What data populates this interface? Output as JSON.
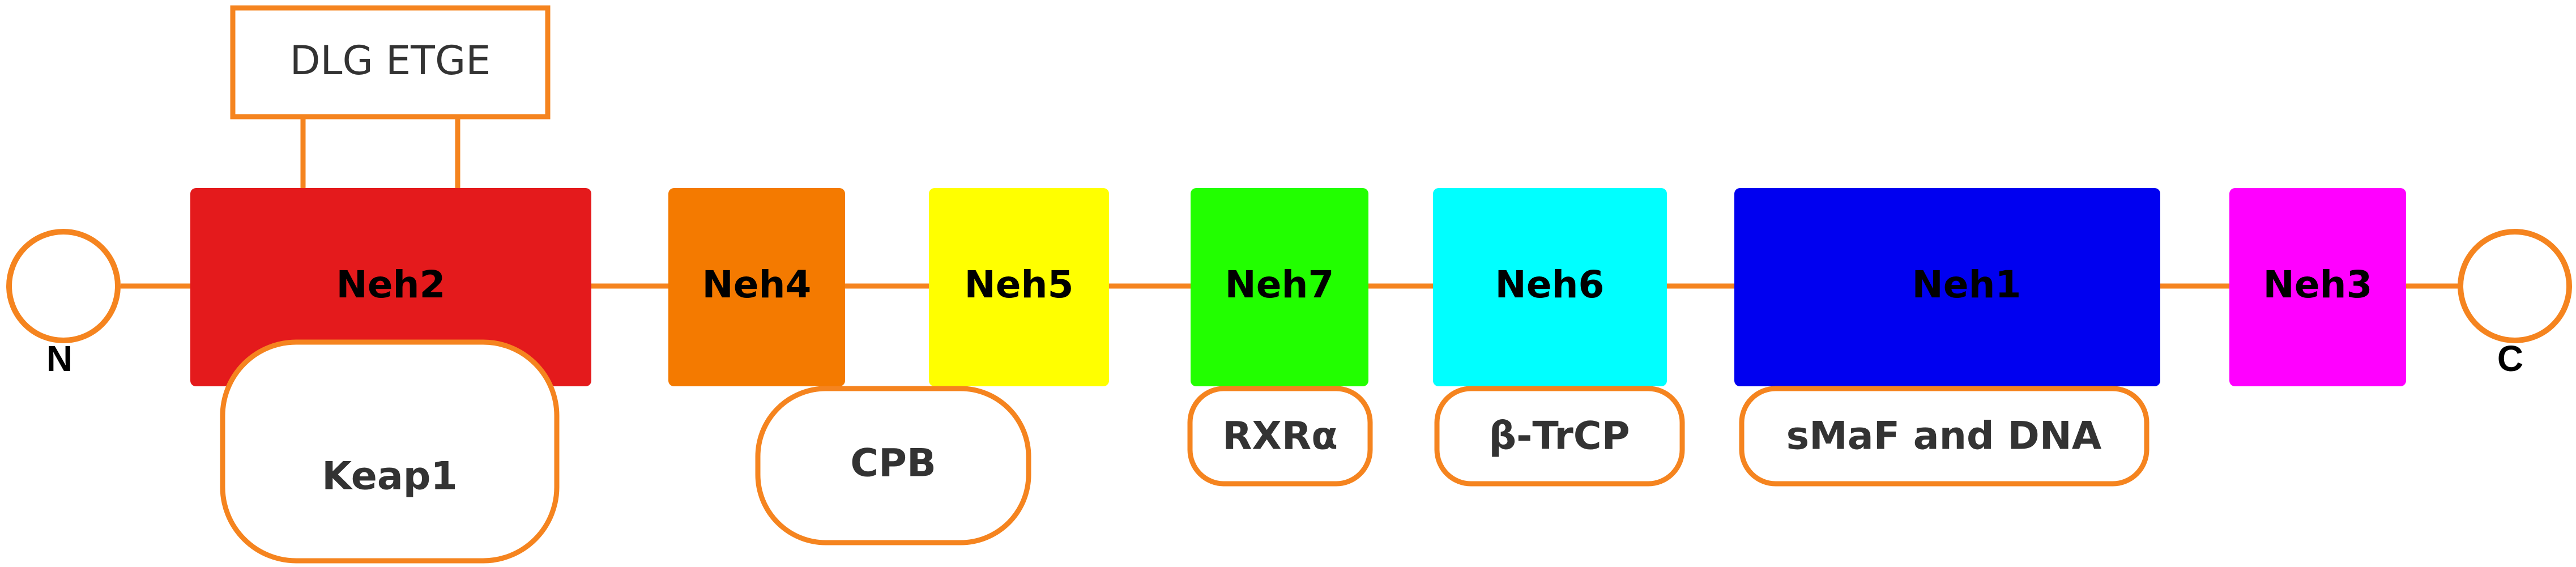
{
  "colors": {
    "line": "#F5841F",
    "Neh2": "#E41A1C",
    "Neh4": "#F47A00",
    "Neh5": "#FFFF00",
    "Neh7": "#22FF00",
    "Neh6": "#00FFFF",
    "Neh1": "#0000F0",
    "Neh3": "#FF00FF"
  },
  "terminals": {
    "n_label": "N",
    "c_label": "C"
  },
  "motif": {
    "label": "DLG ETGE"
  },
  "domains": [
    {
      "id": "Neh2",
      "label": "Neh2"
    },
    {
      "id": "Neh4",
      "label": "Neh4"
    },
    {
      "id": "Neh5",
      "label": "Neh5"
    },
    {
      "id": "Neh7",
      "label": "Neh7"
    },
    {
      "id": "Neh6",
      "label": "Neh6"
    },
    {
      "id": "Neh1",
      "label": "Neh1"
    },
    {
      "id": "Neh3",
      "label": "Neh3"
    }
  ],
  "binding_partners": [
    {
      "label": "Keap1"
    },
    {
      "label": "CPB"
    },
    {
      "label": "RXRα"
    },
    {
      "label": "β-TrCP"
    },
    {
      "label": "sMaF and DNA"
    }
  ]
}
